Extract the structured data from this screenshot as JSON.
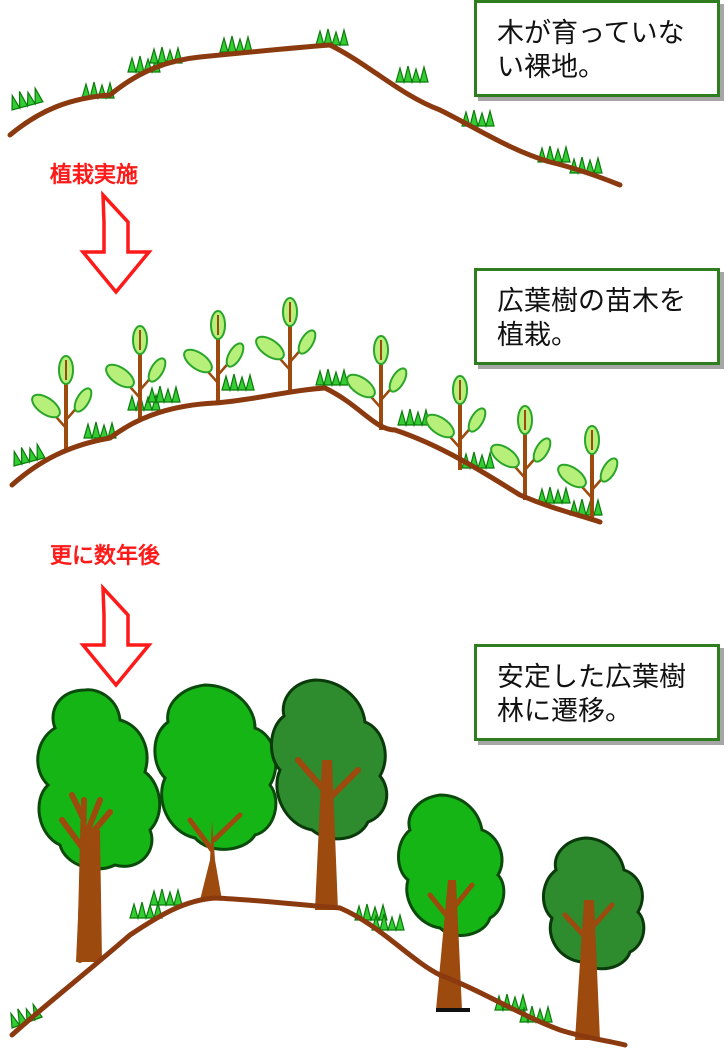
{
  "notes": [
    {
      "text": "木が育っていない裸地。"
    },
    {
      "text": "広葉樹の苗木を植栽。"
    },
    {
      "text": "安定した広葉樹林に遷移。"
    }
  ],
  "steps": [
    {
      "text": "植栽実施"
    },
    {
      "text": "更に数年後"
    }
  ],
  "colors": {
    "ground": "#8b3a0f",
    "grass": "#33cc33",
    "arrow": "#ff1a1a",
    "note_border": "#2e7d1e",
    "trunk": "#9c4a0e",
    "canopy_light": "#16b516",
    "canopy_dark": "#2e8b2e",
    "seedling_leaf": "#b6f07a"
  }
}
